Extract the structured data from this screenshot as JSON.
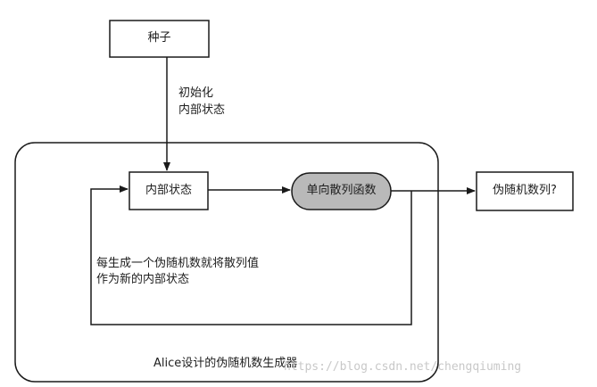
{
  "nodes": {
    "seed": "种子",
    "internal_state": "内部状态",
    "hash_function": "单向散列函数",
    "output": "伪随机数列?"
  },
  "edges": {
    "init_label_line1": "初始化",
    "init_label_line2": "内部状态",
    "feedback_label_line1": "每生成一个伪随机数就将散列值",
    "feedback_label_line2": "作为新的内部状态"
  },
  "container_label": "Alice设计的伪随机数生成器",
  "watermark": "https://blog.csdn.net/chengqiuming",
  "colors": {
    "hash_fill": "#b9b9b9",
    "stroke": "#1a1a1a"
  }
}
